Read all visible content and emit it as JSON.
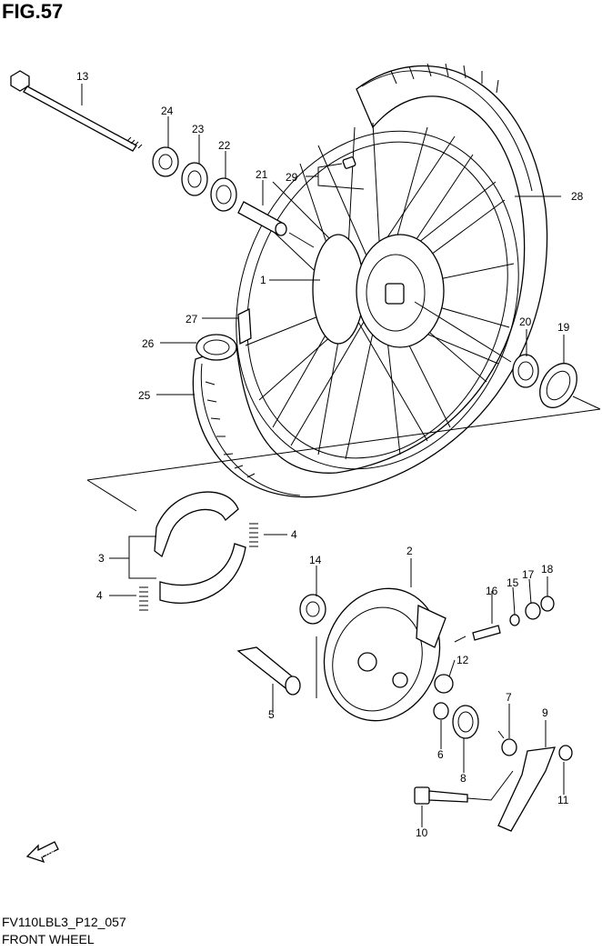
{
  "figure": {
    "title": "FIG.57",
    "code": "FV110LBL3_P12_057",
    "name": "FRONT WHEEL"
  },
  "fwd_label": "FWD",
  "callouts": {
    "c1": "1",
    "c2": "2",
    "c3": "3",
    "c4a": "4",
    "c4b": "4",
    "c5": "5",
    "c6": "6",
    "c7": "7",
    "c8": "8",
    "c9": "9",
    "c10": "10",
    "c11": "11",
    "c12": "12",
    "c13": "13",
    "c14": "14",
    "c15": "15",
    "c16": "16",
    "c17": "17",
    "c18": "18",
    "c19": "19",
    "c20": "20",
    "c21": "21",
    "c22": "22",
    "c23": "23",
    "c24": "24",
    "c25": "25",
    "c26": "26",
    "c27": "27",
    "c28": "28",
    "c29": "29"
  }
}
